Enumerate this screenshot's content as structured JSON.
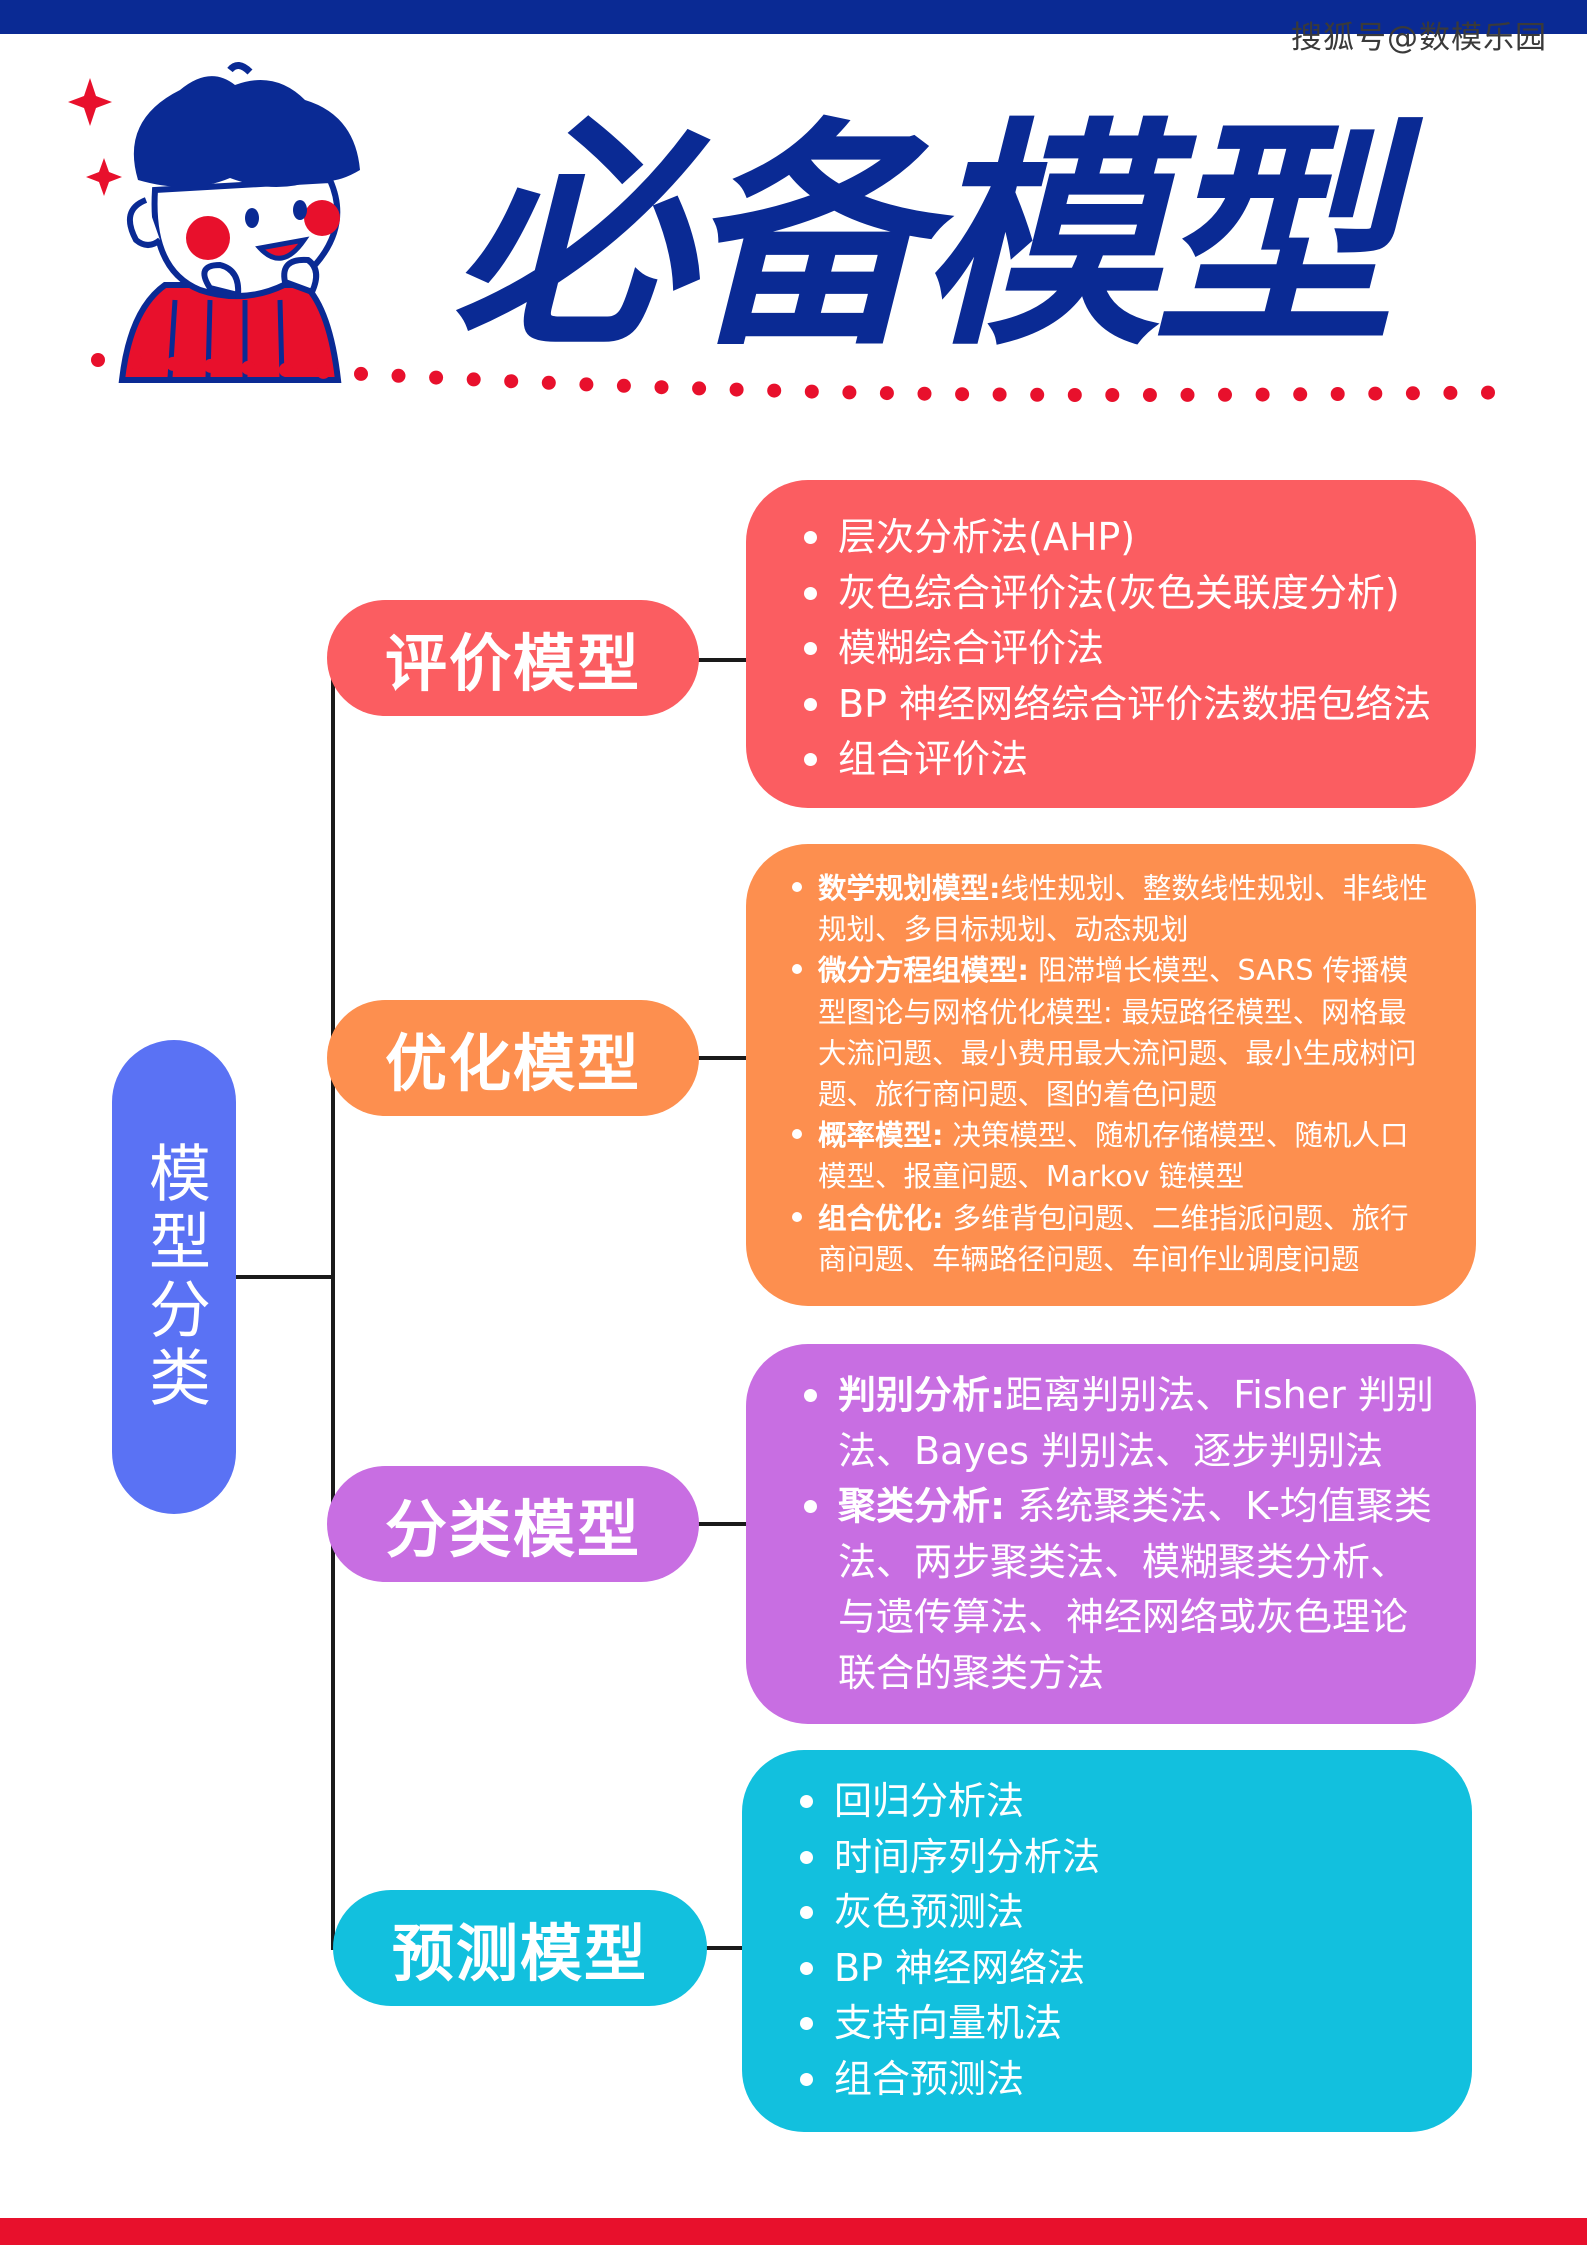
{
  "watermark": "搜狐号@数模乐园",
  "title": "必备模型",
  "root": {
    "label": "模型分类",
    "color": "#5a72f4"
  },
  "categories": [
    {
      "label": "评价模型",
      "color": "#fb5d61",
      "items": [
        "层次分析法(AHP)",
        "灰色综合评价法(灰色关联度分析)",
        "模糊综合评价法",
        "BP 神经网络综合评价法数据包络法",
        "组合评价法"
      ]
    },
    {
      "label": "优化模型",
      "color": "#fd8f4f",
      "items": [
        {
          "key": "数学规划模型:",
          "text": "线性规划、整数线性规划、非线性规划、多目标规划、动态规划"
        },
        {
          "key": "微分方程组模型:",
          "text": " 阻滞增长模型、SARS 传播模型图论与网格优化模型: 最短路径模型、网格最大流问题、最小费用最大流问题、最小生成树问题、旅行商问题、图的着色问题"
        },
        {
          "key": "概率模型:",
          "text": " 决策模型、随机存储模型、随机人口模型、报童问题、Markov 链模型"
        },
        {
          "key": "组合优化:",
          "text": " 多维背包问题、二维指派问题、旅行商问题、车辆路径问题、车间作业调度问题"
        }
      ]
    },
    {
      "label": "分类模型",
      "color": "#c86ee2",
      "items": [
        {
          "key": "判别分析:",
          "text": "距离判别法、Fisher 判别法、Bayes 判别法、逐步判别法"
        },
        {
          "key": "聚类分析:",
          "text": " 系统聚类法、K-均值聚类法、两步聚类法、模糊聚类分析、与遗传算法、神经网络或灰色理论联合的聚类方法"
        }
      ]
    },
    {
      "label": "预测模型",
      "color": "#12c0de",
      "items": [
        "回归分析法",
        "时间序列分析法",
        "灰色预测法",
        "BP 神经网络法",
        "支持向量机法",
        "组合预测法"
      ]
    }
  ],
  "colors": {
    "navy": "#0a2a94",
    "red": "#e8102c"
  },
  "icons": [
    "sparkle-icon",
    "boy-mascot-icon"
  ]
}
